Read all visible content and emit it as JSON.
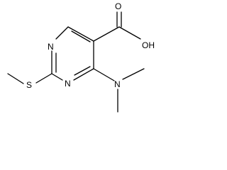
{
  "molecule": {
    "atoms": {
      "carboxyl_oxygen": "O",
      "hydroxyl_label": "OH",
      "ring_nitrogen_top": "N",
      "ring_nitrogen_bottom": "N",
      "thioether_sulfur": "S",
      "amine_nitrogen": "N"
    },
    "colors": {
      "bond": "#000000",
      "label": "#000000"
    }
  }
}
